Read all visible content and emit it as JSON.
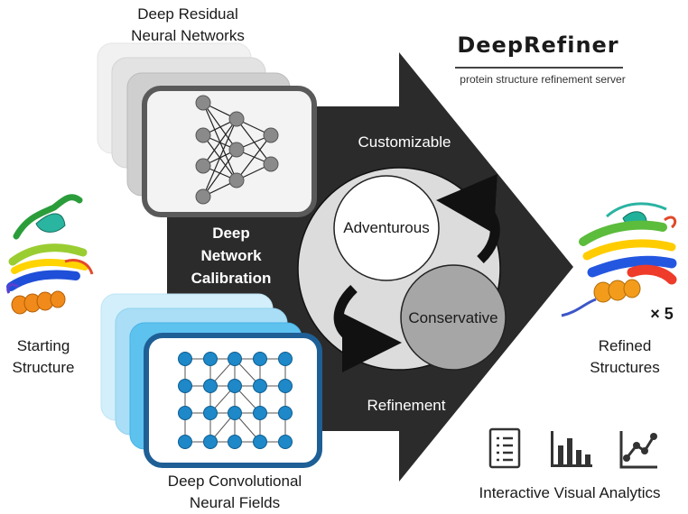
{
  "brand": {
    "title": "DeepRefiner",
    "subtitle": "protein structure refinement server"
  },
  "inputs": {
    "residual_line1": "Deep Residual",
    "residual_line2": "Neural Networks",
    "convolutional_line1": "Deep Convolutional",
    "convolutional_line2": "Neural Fields"
  },
  "calibration": {
    "line1": "Deep",
    "line2": "Network",
    "line3": "Calibration"
  },
  "arrow": {
    "top_label": "Customizable",
    "bottom_label": "Refinement"
  },
  "modes": {
    "adventurous": "Adventurous",
    "conservative": "Conservative"
  },
  "start": {
    "line1": "Starting",
    "line2": "Structure"
  },
  "output": {
    "multiplier": "× 5",
    "line1": "Refined",
    "line2": "Structures"
  },
  "analytics": {
    "label": "Interactive Visual Analytics",
    "icons": [
      "list-report-icon",
      "bar-chart-icon",
      "line-chart-icon"
    ]
  },
  "colors": {
    "arrow": "#2b2b2b",
    "center_disc": "#dcdcdc",
    "conservative": "#a6a6a6",
    "adventurous": "#ffffff",
    "node_blue": "#1e88c8",
    "card_blue": "#1e5f96"
  }
}
